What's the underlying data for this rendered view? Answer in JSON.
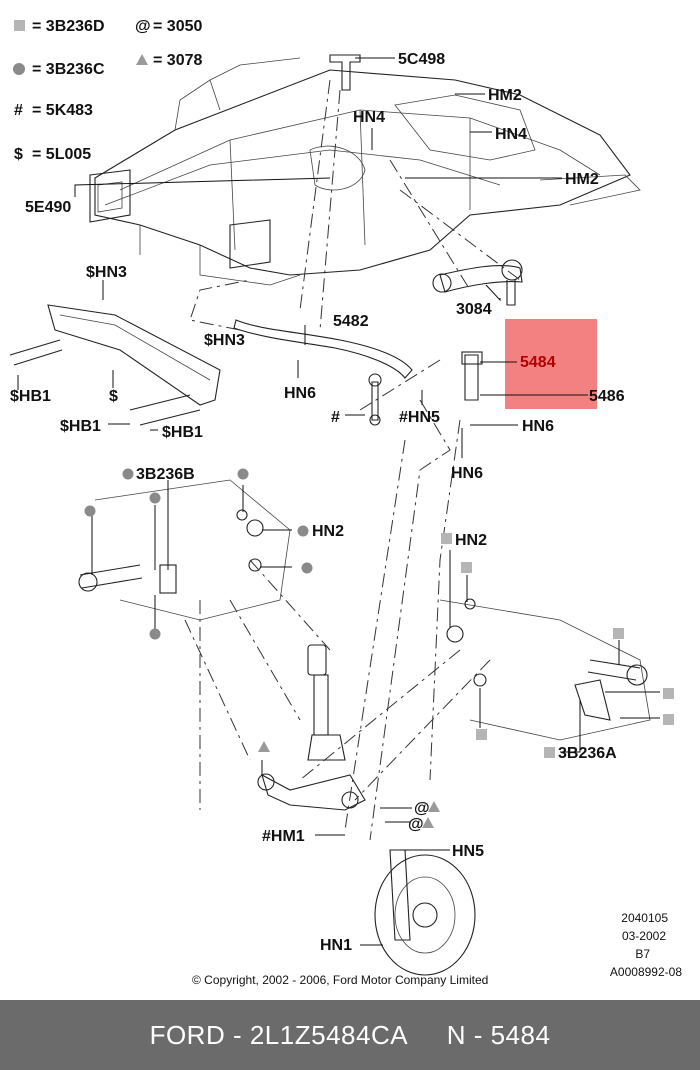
{
  "legend": [
    {
      "symbol": "square",
      "text": "= 3B236D"
    },
    {
      "symbol": "circle",
      "text": "= 3B236C"
    },
    {
      "symbol": "#",
      "text": "= 5K483"
    },
    {
      "symbol": "$",
      "text": "= 5L005"
    },
    {
      "symbol": "@",
      "text": "= 3050"
    },
    {
      "symbol": "triangle",
      "text": "= 3078"
    }
  ],
  "callouts": {
    "c5C498": "5C498",
    "hm2_top": "HM2",
    "hn4_a": "HN4",
    "hn4_b": "HN4",
    "hm2_b": "HM2",
    "c5E490": "5E490",
    "hn3_a": "$HN3",
    "c3084": "3084",
    "c5482": "5482",
    "hn3_b": "$HN3",
    "c5484": "5484",
    "c5486": "5486",
    "hb1_a": "$HB1",
    "dollar": "$",
    "hn6_a": "HN6",
    "hash_a": "#",
    "hn5_hash": "#HN5",
    "hn6_b": "HN6",
    "hb1_b": "$HB1",
    "hb1_c": "$HB1",
    "hn6_c": "HN6",
    "c3B236B": "3B236B",
    "hn2_a": "HN2",
    "hn2_b": "HN2",
    "c3B236A": "3B236A",
    "hm1": "#HM1",
    "hn5": "HN5",
    "hn1": "HN1",
    "at_a": "@",
    "at_b": "@"
  },
  "highlight": {
    "part": "5484",
    "color": "#f26b6b"
  },
  "ref": [
    "2040105",
    "03-2002",
    "B7",
    "A0008992-08"
  ],
  "copyright": "© Copyright, 2002 - 2006, Ford Motor Company Limited",
  "footer": {
    "left": "FORD - 2L1Z5484CA",
    "right": "N - 5484"
  }
}
